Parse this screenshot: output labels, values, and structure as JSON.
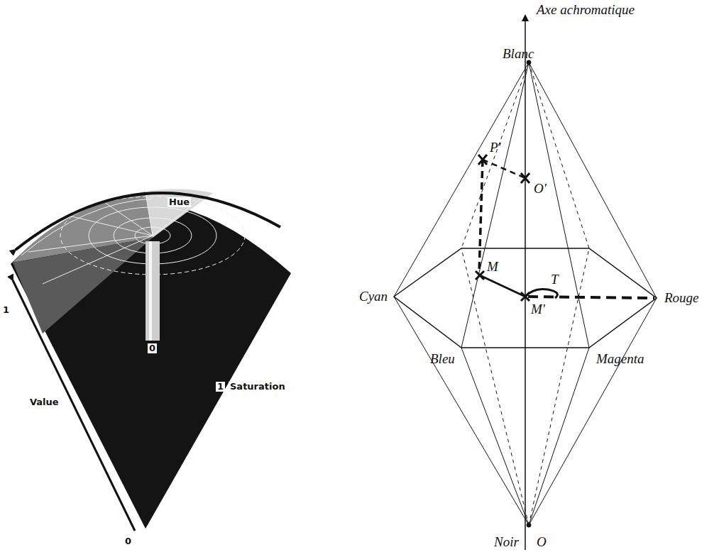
{
  "diagram": {
    "labels": [
      "Hue",
      "1",
      "0",
      "Value",
      "0",
      "1",
      "Saturation",
      "Axe achromatique",
      "Blanc",
      "P'",
      "O'",
      "Cyan",
      "M",
      "T",
      "M'",
      "Rouge",
      "Bleu",
      "Magenta",
      "Noir",
      "O"
    ]
  }
}
